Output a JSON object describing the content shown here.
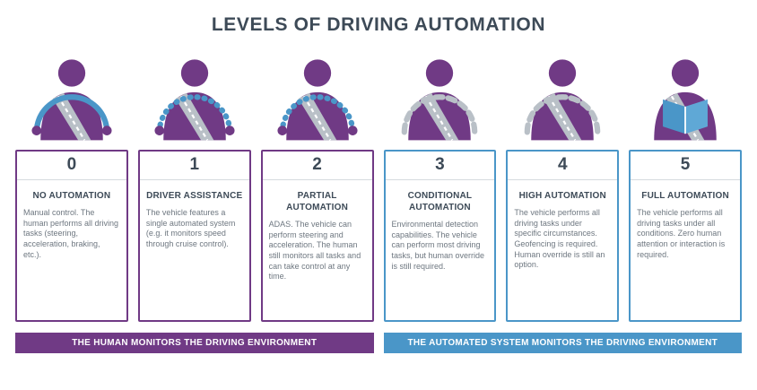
{
  "page": {
    "title": "LEVELS OF DRIVING AUTOMATION"
  },
  "theme": {
    "purple": "#703a85",
    "blue": "#4a96c8",
    "heading": "#3d4a57",
    "body": "#6e7780"
  },
  "levels": [
    {
      "number": "0",
      "title": "NO AUTOMATION",
      "description": "Manual control. The human performs all driving tasks (steering, acceleration, braking, etc.).",
      "icon": "driver-hands-on-wheel-icon",
      "group": "human"
    },
    {
      "number": "1",
      "title": "DRIVER ASSISTANCE",
      "description": "The vehicle features a single automated system (e.g. it monitors speed through cruise control).",
      "icon": "driver-dotted-wheel-icon",
      "group": "human"
    },
    {
      "number": "2",
      "title": "PARTIAL AUTOMATION",
      "description": "ADAS. The vehicle can perform steering and acceleration. The human still monitors all tasks and can take control at any time.",
      "icon": "driver-dotted-wheel-icon",
      "group": "human"
    },
    {
      "number": "3",
      "title": "CONDITIONAL AUTOMATION",
      "description": "Environmental detection capabilities. The vehicle can perform most driving tasks, but human override is still required.",
      "icon": "driver-dashed-wheel-icon",
      "group": "automated"
    },
    {
      "number": "4",
      "title": "HIGH AUTOMATION",
      "description": "The vehicle performs all driving tasks under specific circumstances. Geofencing is required. Human override is still an option.",
      "icon": "driver-dashed-wheel-icon",
      "group": "automated"
    },
    {
      "number": "5",
      "title": "FULL AUTOMATION",
      "description": "The vehicle performs all driving tasks under all conditions. Zero human attention or interaction is required.",
      "icon": "passenger-reading-book-icon",
      "group": "automated"
    }
  ],
  "banners": [
    {
      "label": "THE HUMAN MONITORS THE DRIVING ENVIRONMENT",
      "group": "human"
    },
    {
      "label": "THE AUTOMATED SYSTEM MONITORS THE DRIVING ENVIRONMENT",
      "group": "automated"
    }
  ]
}
